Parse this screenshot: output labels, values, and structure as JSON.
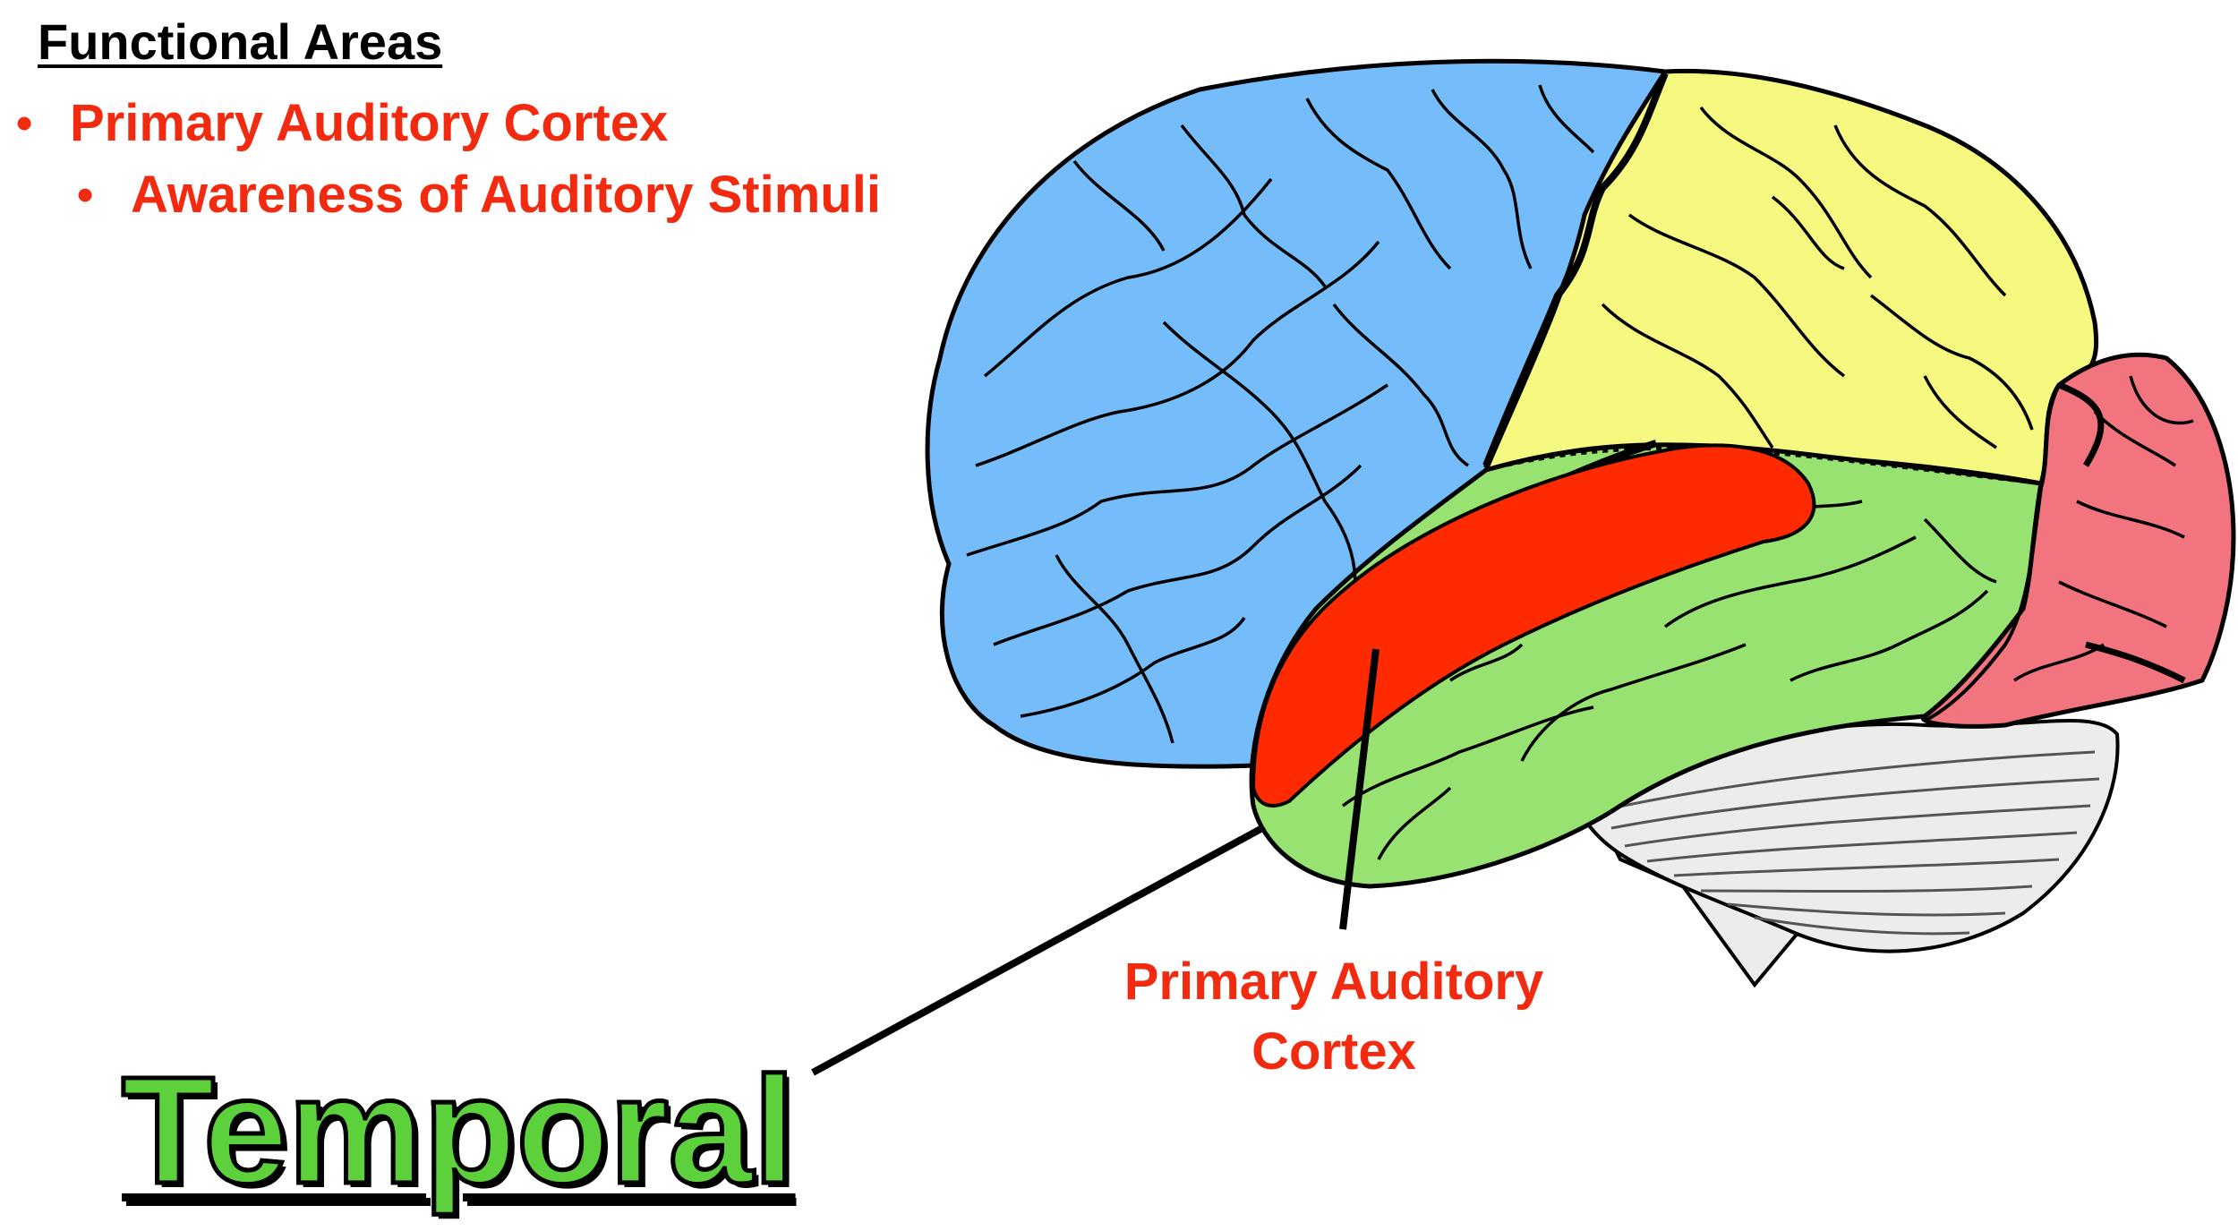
{
  "heading": "Functional Areas",
  "bullets": [
    {
      "text": "Primary Auditory Cortex",
      "level": 1
    },
    {
      "text": "Awareness of Auditory Stimuli",
      "level": 2
    }
  ],
  "bullet_glyph": "•",
  "callout_label": {
    "line1": "Primary Auditory",
    "line2": "Cortex"
  },
  "lobe_title": "Temporal",
  "colors": {
    "text_red": "#f12a10",
    "title_green": "#5cd13c",
    "frontal": "#75bdfa",
    "parietal": "#f6f980",
    "temporal": "#97e271",
    "occipital": "#f1747e",
    "auditory_cortex": "#ff2a00",
    "cerebellum": "#ececec",
    "outline": "#000000"
  }
}
